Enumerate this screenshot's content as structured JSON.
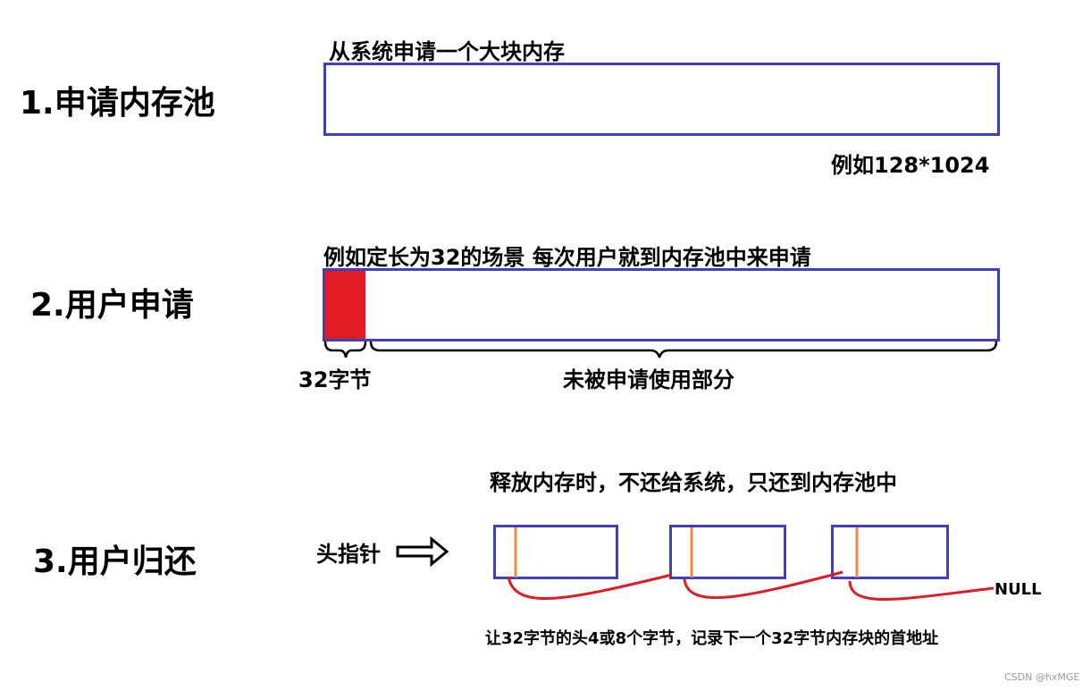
{
  "section1": {
    "step_label": "1.申请内存池",
    "caption": "从系统申请一个大块内存",
    "size_note": "例如128*1024"
  },
  "section2": {
    "step_label": "2.用户申请",
    "caption": "例如定长为32的场景 每次用户就到内存池中来申请",
    "allocated_label": "32字节",
    "unallocated_label": "未被申请使用部分"
  },
  "section3": {
    "step_label": "3.用户归还",
    "caption": "释放内存时，不还给系统，只还到内存池中",
    "head_pointer_label": "头指针",
    "null_label": "NULL",
    "footnote": "让32字节的头4或8个字节，记录下一个32字节内存块的首地址"
  },
  "watermark": "CSDN @hxMGE",
  "colors": {
    "box_border": "#3f3fbf",
    "allocated_fill": "#e01b24",
    "link_arrow": "#e01b24",
    "pointer_mark": "#f08a3c"
  }
}
